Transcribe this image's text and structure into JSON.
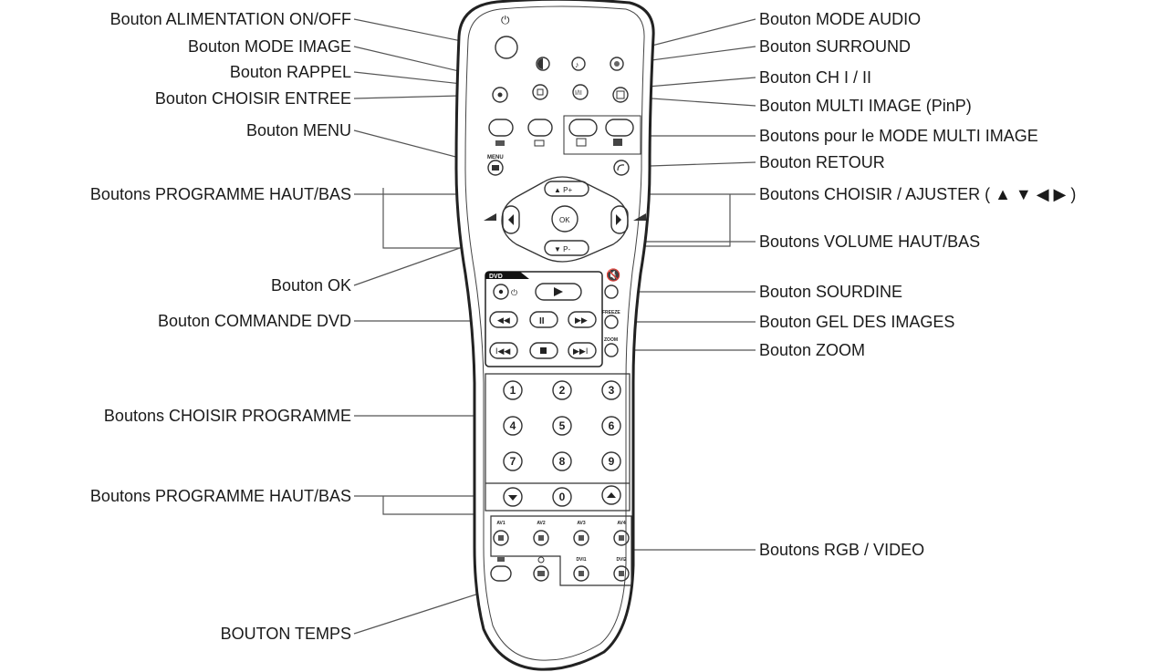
{
  "callouts": {
    "left": [
      "Bouton ALIMENTATION ON/OFF",
      "Bouton MODE IMAGE",
      "Bouton RAPPEL",
      "Bouton CHOISIR ENTREE",
      "Bouton MENU",
      "Boutons PROGRAMME HAUT/BAS",
      "Bouton OK",
      "Bouton COMMANDE DVD",
      "Boutons CHOISIR PROGRAMME",
      "Boutons PROGRAMME HAUT/BAS",
      "BOUTON TEMPS"
    ],
    "right": [
      "Bouton MODE AUDIO",
      "Bouton SURROUND",
      "Bouton CH I / II",
      "Bouton MULTI IMAGE (PinP)",
      "Boutons pour le MODE MULTI IMAGE",
      "Bouton RETOUR",
      "Boutons CHOISIR / AJUSTER ( ▲ ▼ ◀ ▶ )",
      "Boutons VOLUME HAUT/BAS",
      "Bouton SOURDINE",
      "Bouton GEL DES IMAGES",
      "Bouton ZOOM",
      "Boutons RGB / VIDEO"
    ]
  },
  "remote": {
    "power_symbol": "⏻",
    "dvd_label": "DVD",
    "menu_label": "MENU",
    "ok_label": "OK",
    "prog_up_label": "▲ P+",
    "prog_down_label": "▼ P-",
    "freeze_label": "FREEZE",
    "zoom_label": "ZOOM",
    "digits": [
      "1",
      "2",
      "3",
      "4",
      "5",
      "6",
      "7",
      "8",
      "9",
      "0"
    ],
    "av_labels": [
      "AV1",
      "AV2",
      "AV3",
      "AV4"
    ],
    "dvi_labels": [
      "DVI1",
      "DVI2"
    ]
  }
}
